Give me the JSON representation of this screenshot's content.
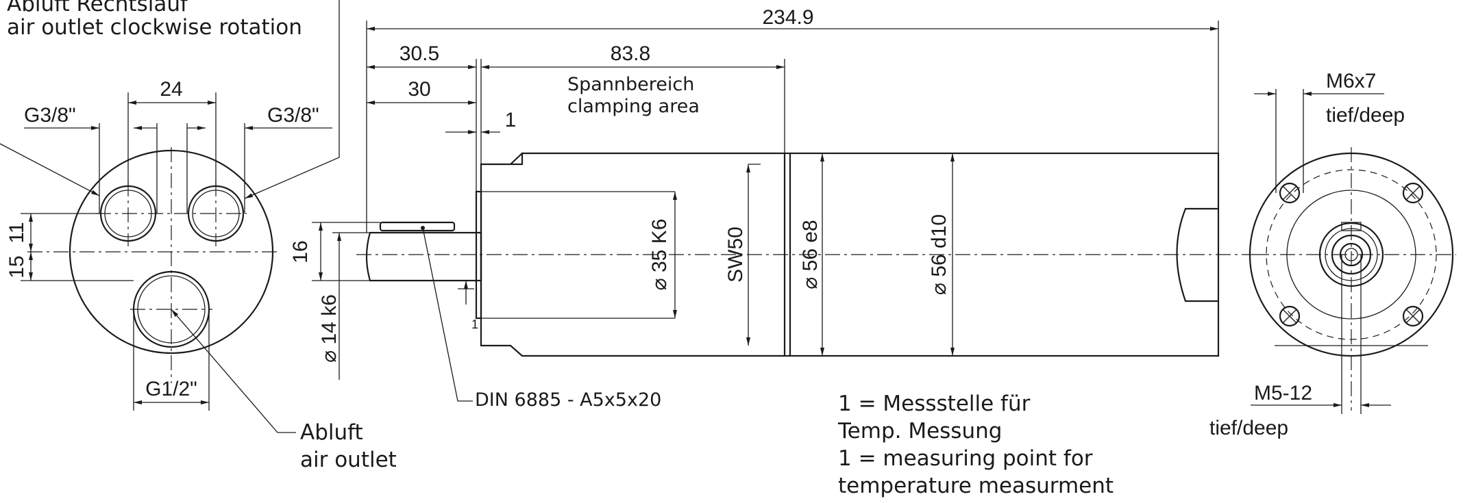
{
  "labels": {
    "air_outlet_cw_de": "Abluft Rechtslauf",
    "air_outlet_cw_en": "air outlet clockwise rotation",
    "air_outlet_de": "Abluft",
    "air_outlet_en": "air outlet",
    "clamping_de": "Spannbereich",
    "clamping_en": "clamping area",
    "key_spec": "DIN 6885 - A5x5x20",
    "note_line1": "1 = Messstelle für",
    "note_line2": "Temp. Messung",
    "note_line3": "1 = measuring point for",
    "note_line4": "temperature measurment",
    "thread_top": "M6x7",
    "thread_top_depth": "tief/deep",
    "thread_bottom": "M5-12",
    "thread_bottom_depth": "tief/deep",
    "small_mark": "1"
  },
  "dimensions": {
    "overall_length": "234.9",
    "len_30_5": "30.5",
    "len_83_8": "83.8",
    "len_30": "30",
    "len_1": "1",
    "port_spacing": "24",
    "port_left": "G3/8\"",
    "port_right": "G3/8\"",
    "port_bottom": "G1/2\"",
    "offset_11": "11",
    "offset_15": "15",
    "key_height": "16",
    "shaft_dia": "⌀ 14 k6",
    "bore_dia": "⌀ 35 K6",
    "wrench": "SW50",
    "dia_e8": "⌀ 56 e8",
    "dia_d10": "⌀ 56 d10"
  }
}
